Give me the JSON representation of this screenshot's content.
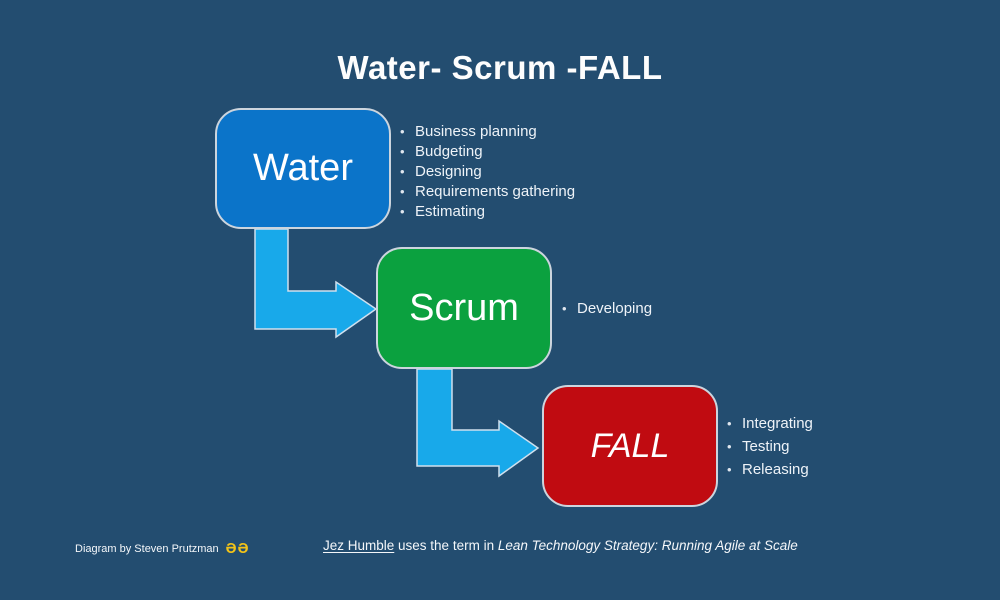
{
  "title": "Water- Scrum -FALL",
  "bullet_char": "•",
  "boxes": {
    "water": {
      "label": "Water",
      "color": "#0b74c9",
      "bullets": [
        "Business planning",
        "Budgeting",
        "Designing",
        "Requirements gathering",
        "Estimating"
      ]
    },
    "scrum": {
      "label": "Scrum",
      "color": "#0ba13f",
      "bullets": [
        "Developing"
      ]
    },
    "fall": {
      "label": "FALL",
      "color": "#c00b11",
      "bullets": [
        "Integrating",
        "Testing",
        "Releasing"
      ]
    }
  },
  "footer": {
    "credit_text": "Diagram by Steven Prutzman",
    "logo_text": "ƏƏ",
    "citation_link": "Jez Humble",
    "citation_middle": " uses the term in ",
    "citation_title": "Lean Technology Strategy: Running Agile at Scale"
  },
  "colors": {
    "background": "#234d70",
    "water_box": "#0b74c9",
    "scrum_box": "#0ba13f",
    "fall_box": "#c00b11",
    "arrow": "#18a9ea",
    "box_border": "#ccd5de",
    "logo_yellow": "#f2c318",
    "text": "#ffffff"
  }
}
